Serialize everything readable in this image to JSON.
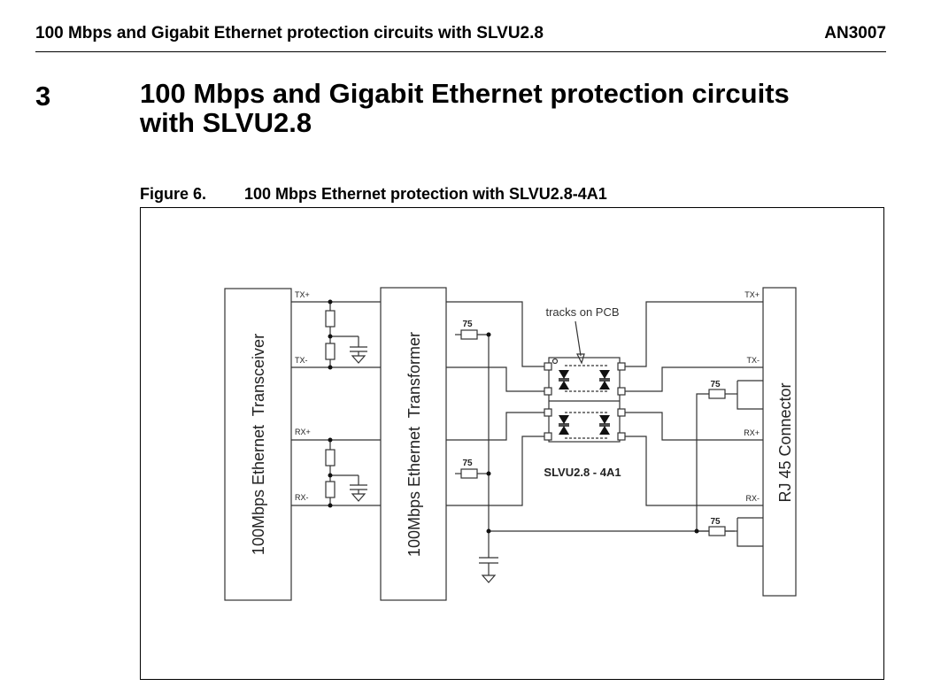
{
  "header": {
    "running_title": "100 Mbps and Gigabit Ethernet protection circuits with SLVU2.8",
    "doc_id": "AN3007"
  },
  "section": {
    "number": "3",
    "title_line1": "100 Mbps and Gigabit Ethernet protection circuits",
    "title_line2": "with SLVU2.8"
  },
  "figure": {
    "number": "Figure 6.",
    "caption": "100 Mbps Ethernet protection with SLVU2.8-4A1",
    "transceiver_label": "100Mbps Ethernet  Transceiver",
    "transformer_label": "100Mbps Ethernet  Transformer",
    "connector_label": "RJ 45 Connector",
    "tracks_label": "tracks on PCB",
    "device_label": "SLVU2.8 - 4A1",
    "resistor_value": "75",
    "signals_left": [
      "TX+",
      "TX-",
      "RX+",
      "RX-"
    ],
    "signals_right": [
      "TX+",
      "TX-",
      "RX+",
      "RX-"
    ]
  }
}
